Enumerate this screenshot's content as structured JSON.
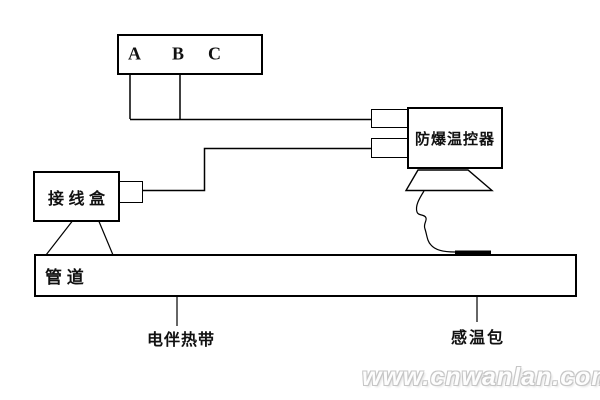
{
  "diagram": {
    "phase_box": {
      "labels": [
        "A",
        "B",
        "C"
      ]
    },
    "controller": {
      "label": "防爆温控器"
    },
    "junction_box": {
      "label": "接 线 盒"
    },
    "pipe": {
      "label": "管 道"
    },
    "annotations": {
      "heat_trace": "电伴热带",
      "sensor": "感温包"
    },
    "watermark": "www.cnwanlan.com",
    "colors": {
      "line": "#000000",
      "sensor_bar": "#000000",
      "watermark_outline": "#c6c6c6",
      "background": "#ffffff"
    }
  }
}
